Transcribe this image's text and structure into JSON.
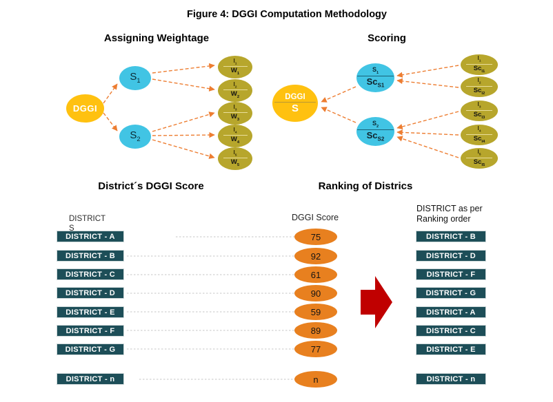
{
  "title": "Figure 4: DGGI Computation Methodology",
  "weightage": {
    "heading": "Assigning Weightage",
    "root_label": "DGGI",
    "nodes": [
      {
        "main": "S",
        "sub": "1"
      },
      {
        "main": "S",
        "sub": "2"
      }
    ],
    "indicators": [
      {
        "i_main": "I",
        "i_sub": "1",
        "w_main": "W",
        "w_sub": "1"
      },
      {
        "i_main": "I",
        "i_sub": "2",
        "w_main": "W",
        "w_sub": "2"
      },
      {
        "i_main": "I",
        "i_sub": "3",
        "w_main": "W",
        "w_sub": "3"
      },
      {
        "i_main": "I",
        "i_sub": "4",
        "w_main": "W",
        "w_sub": "4"
      },
      {
        "i_main": "I",
        "i_sub": "5",
        "w_main": "W",
        "w_sub": "5"
      }
    ]
  },
  "scoring": {
    "heading": "Scoring",
    "root_top": "DGGI",
    "root_bottom": "S",
    "nodes": [
      {
        "top_main": "S",
        "top_sub": "1",
        "bot_main": "Sc",
        "bot_sub": "S1"
      },
      {
        "top_main": "S",
        "top_sub": "2",
        "bot_main": "Sc",
        "bot_sub": "S2"
      }
    ],
    "indicators": [
      {
        "top_main": "I",
        "top_sub": "1",
        "bot_main": "Sc",
        "bot_sub": "I1"
      },
      {
        "top_main": "I",
        "top_sub": "2",
        "bot_main": "Sc",
        "bot_sub": "I2"
      },
      {
        "top_main": "I",
        "top_sub": "3",
        "bot_main": "Sc",
        "bot_sub": "I3"
      },
      {
        "top_main": "I",
        "top_sub": "4",
        "bot_main": "Sc",
        "bot_sub": "I4"
      },
      {
        "top_main": "I",
        "top_sub": "5",
        "bot_main": "Sc",
        "bot_sub": "I5"
      }
    ]
  },
  "district_scores": {
    "heading": "District´s DGGI Score",
    "column_label_line1": "DISTRICT",
    "column_label_line2": "S",
    "score_column_label": "DGGI Score",
    "rows": [
      {
        "district": "DISTRICT - A",
        "score": "75"
      },
      {
        "district": "DISTRICT - B",
        "score": "92"
      },
      {
        "district": "DISTRICT - C",
        "score": "61"
      },
      {
        "district": "DISTRICT - D",
        "score": "90"
      },
      {
        "district": "DISTRICT - E",
        "score": "59"
      },
      {
        "district": "DISTRICT - F",
        "score": "89"
      },
      {
        "district": "DISTRICT - G",
        "score": "77"
      },
      {
        "district": "DISTRICT - n",
        "score": "n"
      }
    ]
  },
  "ranking": {
    "heading": "Ranking of Districs",
    "column_label_line1": "DISTRICT as per",
    "column_label_line2": "Ranking order",
    "rows": [
      "DISTRICT - B",
      "DISTRICT - D",
      "DISTRICT - F",
      "DISTRICT - G",
      "DISTRICT - A",
      "DISTRICT - C",
      "DISTRICT - E",
      "DISTRICT - n"
    ]
  },
  "colors": {
    "root_yellow": "#FFC110",
    "node_cyan": "#41C4E4",
    "indicator_olive": "#B7A62C",
    "score_orange": "#E8801F",
    "district_teal": "#1D4E58",
    "arrow_red": "#C00000",
    "connector_orange": "#ED7D31",
    "connector_gray": "#C6C6C6"
  }
}
